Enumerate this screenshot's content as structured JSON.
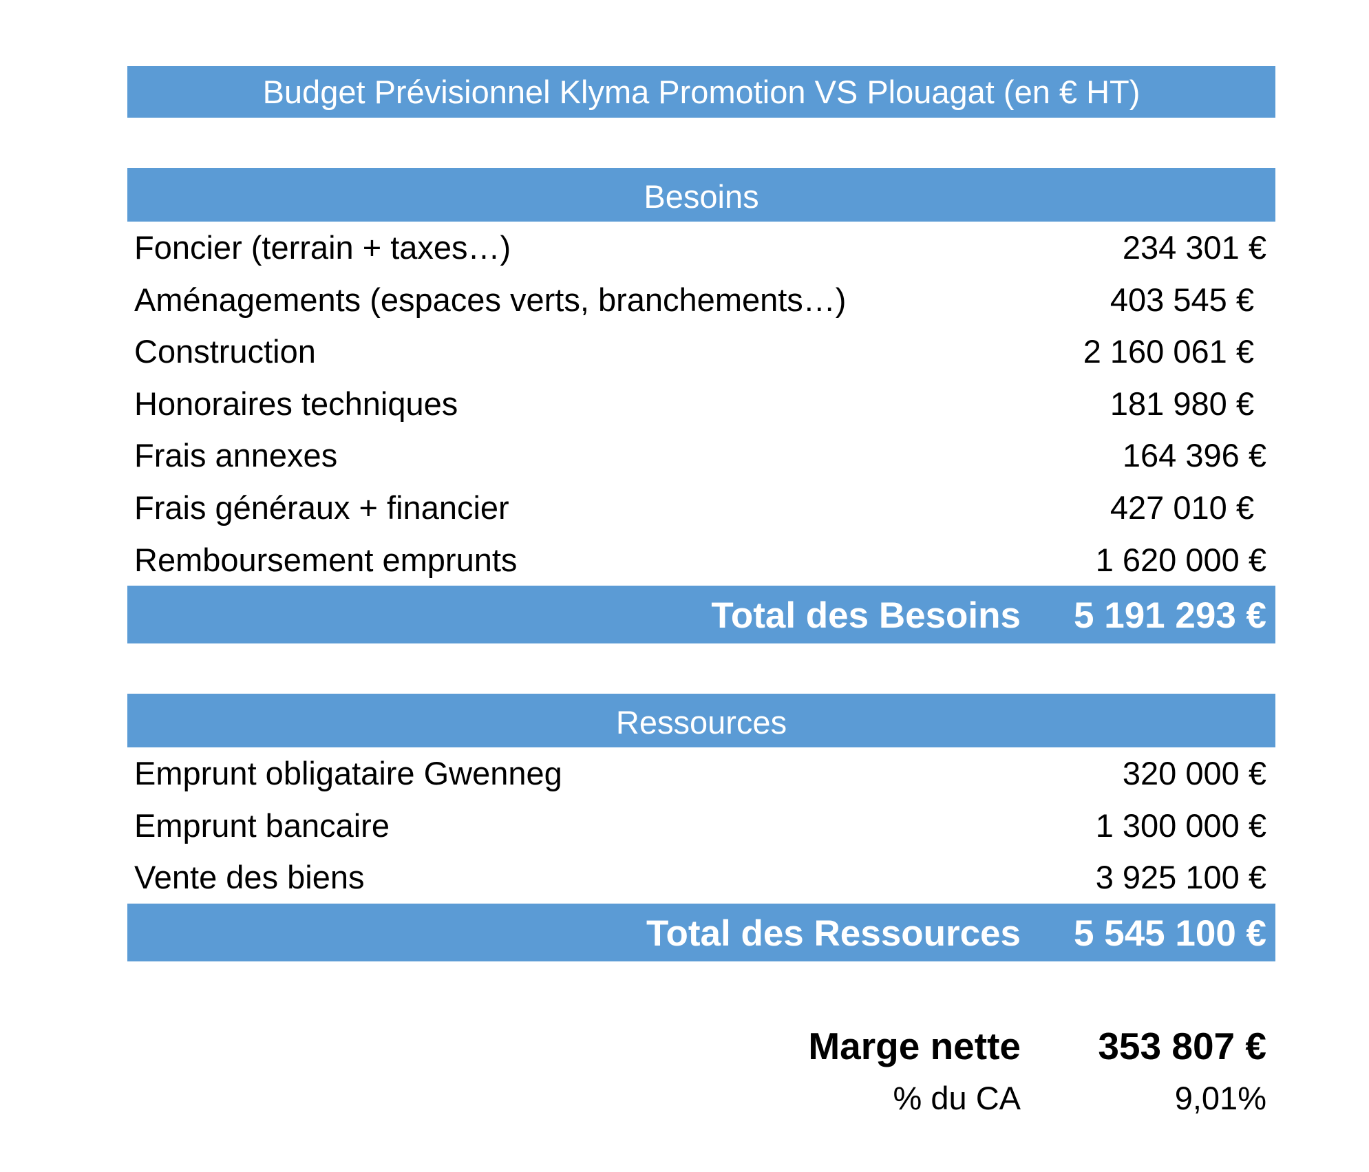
{
  "title": "Budget Prévisionnel Klyma Promotion VS Plouagat (en € HT)",
  "besoins": {
    "header": "Besoins",
    "rows": [
      {
        "label": "Foncier (terrain + taxes…)",
        "value": "234 301 €"
      },
      {
        "label": "Aménagements (espaces verts, branchements…)",
        "value": "403 545 €"
      },
      {
        "label": "Construction",
        "value": "2 160 061 €"
      },
      {
        "label": "Honoraires techniques",
        "value": "181 980 €"
      },
      {
        "label": "Frais annexes",
        "value": "164 396 €"
      },
      {
        "label": "Frais généraux + financier",
        "value": "427 010 €"
      },
      {
        "label": "Remboursement emprunts",
        "value": "1 620 000 €"
      }
    ],
    "total_label": "Total des Besoins",
    "total_value": "5 191 293 €"
  },
  "ressources": {
    "header": "Ressources",
    "rows": [
      {
        "label": "Emprunt obligataire Gwenneg",
        "value": "320 000 €"
      },
      {
        "label": "Emprunt bancaire",
        "value": "1 300 000 €"
      },
      {
        "label": "Vente des biens",
        "value": "3 925 100 €"
      }
    ],
    "total_label": "Total des Ressources",
    "total_value": "5 545 100 €"
  },
  "summary": {
    "marge_label": "Marge nette",
    "marge_value": "353 807 €",
    "pct_label": "% du CA",
    "pct_value": "9,01%"
  },
  "colors": {
    "header_blue": "#5b9bd5",
    "header_text": "#ffffff",
    "body_text": "#000000"
  }
}
